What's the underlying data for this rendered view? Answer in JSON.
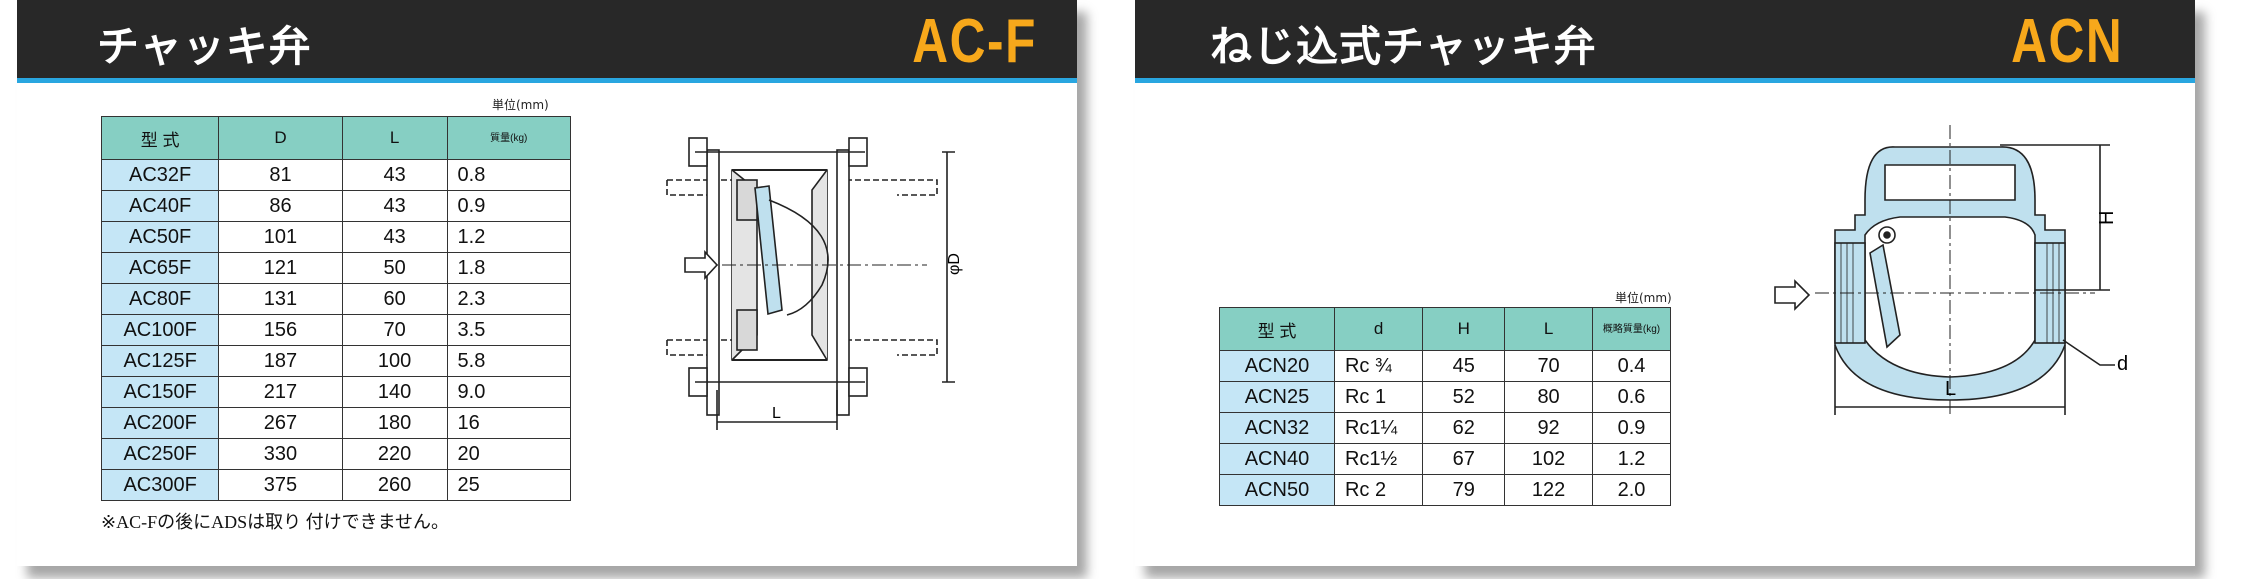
{
  "left": {
    "title": "チャッキ弁",
    "code": "AC-F",
    "unit": "単位(mm)",
    "headers": [
      "型 式",
      "D",
      "L",
      "質量(kg)"
    ],
    "rows": [
      [
        "AC32F",
        "81",
        "43",
        "0.8"
      ],
      [
        "AC40F",
        "86",
        "43",
        "0.9"
      ],
      [
        "AC50F",
        "101",
        "43",
        "1.2"
      ],
      [
        "AC65F",
        "121",
        "50",
        "1.8"
      ],
      [
        "AC80F",
        "131",
        "60",
        "2.3"
      ],
      [
        "AC100F",
        "156",
        "70",
        "3.5"
      ],
      [
        "AC125F",
        "187",
        "100",
        "5.8"
      ],
      [
        "AC150F",
        "217",
        "140",
        "9.0"
      ],
      [
        "AC200F",
        "267",
        "180",
        "16"
      ],
      [
        "AC250F",
        "330",
        "220",
        "20"
      ],
      [
        "AC300F",
        "375",
        "260",
        "25"
      ]
    ],
    "note": "※AC-Fの後にADSは取り 付けできません。",
    "diagram_labels": {
      "diameter": "φD",
      "length": "L"
    }
  },
  "right": {
    "title": "ねじ込式チャッキ弁",
    "code": "ACN",
    "unit": "単位(mm)",
    "headers": [
      "型 式",
      "d",
      "H",
      "L",
      "概略質量(kg)"
    ],
    "rows": [
      [
        "ACN20",
        "Rc ¾",
        "45",
        "70",
        "0.4"
      ],
      [
        "ACN25",
        "Rc 1",
        "52",
        "80",
        "0.6"
      ],
      [
        "ACN32",
        "Rc1¼",
        "62",
        "92",
        "0.9"
      ],
      [
        "ACN40",
        "Rc1½",
        "67",
        "102",
        "1.2"
      ],
      [
        "ACN50",
        "Rc 2",
        "79",
        "122",
        "2.0"
      ]
    ],
    "diagram_labels": {
      "height": "H",
      "length": "L",
      "thread": "d"
    }
  },
  "colors": {
    "header_bg": "#282828",
    "accent_line": "#29a6e0",
    "code": "#f7a81b",
    "table_head": "#86cfc3",
    "model_cell": "#c5e6f6",
    "valve_fill": "#bfe0ee"
  }
}
